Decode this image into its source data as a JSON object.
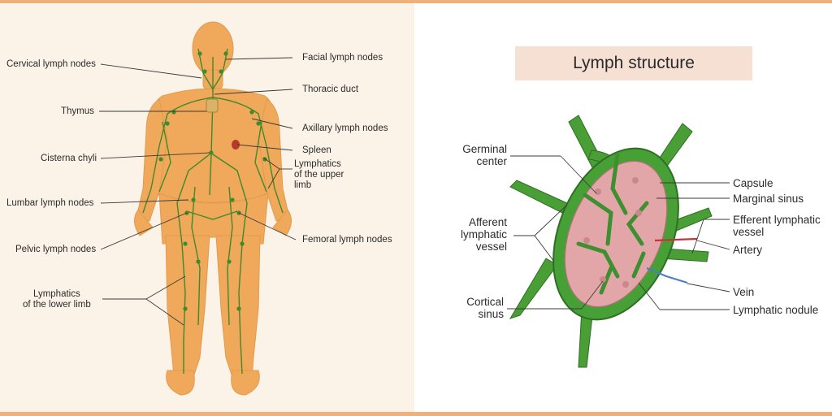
{
  "left_diagram": {
    "labels": {
      "cervical": "Cervical lymph nodes",
      "thymus": "Thymus",
      "cisterna": "Cisterna chyli",
      "lumbar": "Lumbar lymph nodes",
      "pelvic": "Pelvic lymph nodes",
      "lower_limb": "Lymphatics\nof the lower limb",
      "facial": "Facial lymph nodes",
      "thoracic": "Thoracic duct",
      "axillary": "Axillary lymph nodes",
      "spleen": "Spleen",
      "upper_limb": "Lymphatics\nof the upper\nlimb",
      "femoral": "Femoral lymph nodes"
    }
  },
  "right_diagram": {
    "title": "Lymph structure",
    "labels": {
      "germinal": "Germinal\ncenter",
      "afferent": "Afferent\nlymphatic\nvessel",
      "cortical": "Cortical\nsinus",
      "capsule": "Capsule",
      "marginal": "Marginal sinus",
      "efferent": "Efferent lymphatic\nvessel",
      "artery": "Artery",
      "vein": "Vein",
      "nodule": "Lymphatic nodule"
    }
  },
  "colors": {
    "body": "#f0a85a",
    "lymph": "#3f8a2c",
    "capsule": "#3f9a34",
    "interior": "#e3a6a8",
    "artery": "#c8323a",
    "vein": "#4a7fc4",
    "accent": "#f0b07a"
  }
}
